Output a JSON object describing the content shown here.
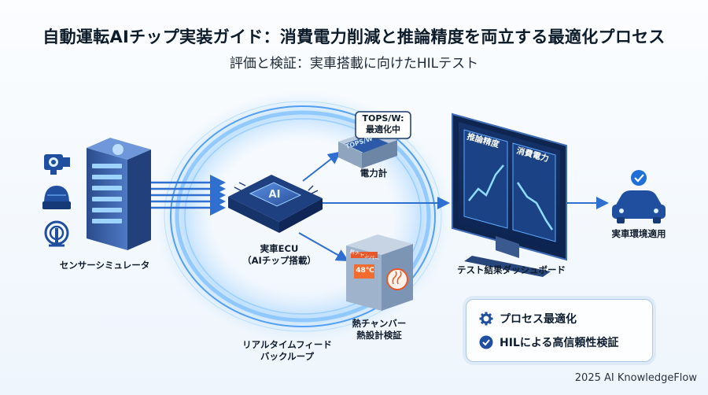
{
  "title": "自動運転AIチップ実装ガイド：消費電力削減と推論精度を両立する最適化プロセス",
  "subtitle": "評価と検証：実車搭載に向けたHILテスト",
  "nodes": {
    "sensor_simulator": "センサーシミュレータ",
    "ecu_line1": "実車ECU",
    "ecu_line2": "（AIチップ搭載）",
    "chip_label": "AI",
    "power_meter": "電力計",
    "tops_line1": "TOPS/W:",
    "tops_line2": "最適化中",
    "meter_screen": "TOPS/W",
    "thermal_line1": "熱チャンバー",
    "thermal_line2": "熱設計検証",
    "thermal_display": "48℃",
    "thermal_sign": "熱チャンバー",
    "feedback_line1": "リアルタイムフィード",
    "feedback_line2": "バックループ",
    "dashboard": "テスト結果ダッシュボード",
    "panel_accuracy": "推論精度",
    "panel_power": "消費電力",
    "vehicle": "実車環境適用"
  },
  "legend": {
    "item1": "プロセス最適化",
    "item2": "HILによる高信頼性検証"
  },
  "footer": "2025 AI KnowledgeFlow",
  "colors": {
    "accent": "#1e6fd9",
    "glow": "#4aa8ff",
    "dark": "#0d1b2a"
  }
}
